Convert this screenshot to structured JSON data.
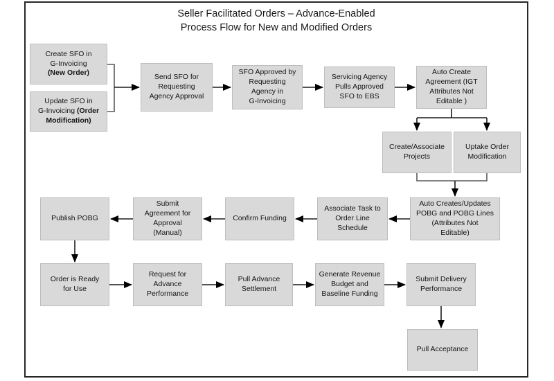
{
  "title": {
    "line1": "Seller Facilitated Orders – Advance-Enabled",
    "line2": "Process Flow for New and Modified Orders"
  },
  "colors": {
    "box_fill": "#d9d9d9",
    "box_border": "#bdbdbd",
    "frame_border": "#262626",
    "arrow": "#1a1a1a",
    "elbow_connector": "#595959"
  },
  "nodes": {
    "create_sfo": {
      "text": "Create SFO in\nG-Invoicing\n",
      "bold": "(New Order)"
    },
    "update_sfo": {
      "text": "Update SFO in\nG-Invoicing ",
      "bold": "(Order\nModification)"
    },
    "send_sfo": {
      "text": "Send SFO for\nRequesting\nAgency Approval"
    },
    "sfo_approved": {
      "text": "SFO Approved by\nRequesting\nAgency in\nG-Invoicing"
    },
    "servicing_pulls": {
      "text": "Servicing Agency\nPulls Approved\nSFO to EBS"
    },
    "auto_create_agr": {
      "text": "Auto Create\nAgreement (IGT\nAttributes Not\nEditable )"
    },
    "create_projects": {
      "text": "Create/Associate\nProjects"
    },
    "uptake_mod": {
      "text": "Uptake Order\nModification"
    },
    "auto_creates_pobg": {
      "text": "Auto Creates/Updates\nPOBG and POBG Lines\n(Attributes Not\nEditable)"
    },
    "associate_task": {
      "text": "Associate Task to\nOrder Line\nSchedule"
    },
    "confirm_funding": {
      "text": "Confirm Funding"
    },
    "submit_agreement": {
      "text": "Submit\nAgreement for\nApproval\n(Manual)"
    },
    "publish_pobg": {
      "text": "Publish POBG"
    },
    "order_ready": {
      "text": "Order is Ready\nfor Use"
    },
    "request_advance": {
      "text": "Request for\nAdvance\nPerformance"
    },
    "pull_advance": {
      "text": "Pull Advance\nSettlement"
    },
    "generate_revenue": {
      "text": "Generate Revenue\nBudget and\nBaseline Funding"
    },
    "submit_delivery": {
      "text": "Submit Delivery\nPerformance"
    },
    "pull_acceptance": {
      "text": "Pull Acceptance"
    }
  },
  "edges": [
    {
      "from": "create_sfo",
      "to": "send_sfo"
    },
    {
      "from": "update_sfo",
      "to": "send_sfo"
    },
    {
      "from": "send_sfo",
      "to": "sfo_approved"
    },
    {
      "from": "sfo_approved",
      "to": "servicing_pulls"
    },
    {
      "from": "servicing_pulls",
      "to": "auto_create_agr"
    },
    {
      "from": "auto_create_agr",
      "to": "create_projects"
    },
    {
      "from": "auto_create_agr",
      "to": "uptake_mod"
    },
    {
      "from": "create_projects",
      "to": "auto_creates_pobg"
    },
    {
      "from": "uptake_mod",
      "to": "auto_creates_pobg"
    },
    {
      "from": "auto_creates_pobg",
      "to": "associate_task"
    },
    {
      "from": "associate_task",
      "to": "confirm_funding"
    },
    {
      "from": "confirm_funding",
      "to": "submit_agreement"
    },
    {
      "from": "submit_agreement",
      "to": "publish_pobg"
    },
    {
      "from": "publish_pobg",
      "to": "order_ready"
    },
    {
      "from": "order_ready",
      "to": "request_advance"
    },
    {
      "from": "request_advance",
      "to": "pull_advance"
    },
    {
      "from": "pull_advance",
      "to": "generate_revenue"
    },
    {
      "from": "generate_revenue",
      "to": "submit_delivery"
    },
    {
      "from": "submit_delivery",
      "to": "pull_acceptance"
    }
  ]
}
